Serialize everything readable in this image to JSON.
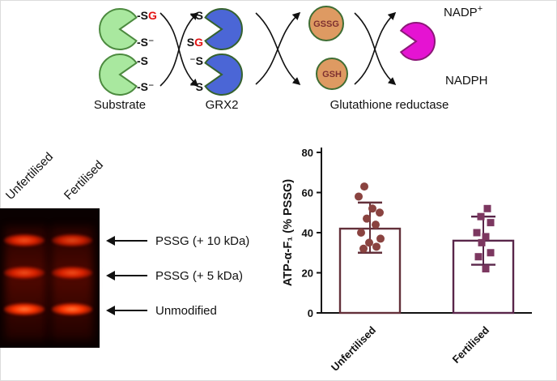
{
  "colors": {
    "substrate_fill": "#a9e89f",
    "grx2_fill": "#4b66d6",
    "glutathione_fill": "#de9a62",
    "reductase_fill": "#e513d2",
    "red_letter": "#e31414",
    "gel_band": "#ff3b16",
    "unfertilised_accent": "#63303a",
    "fertilised_accent": "#59264a"
  },
  "scheme": {
    "substrate_label": "Substrate",
    "grx2_label": "GRX2",
    "reductase_label": "Glutathione reductase",
    "nadp": "NADP",
    "nadp_sup": "+",
    "nadph": "NADPH",
    "gssg": "GSSG",
    "gsh": "GSH",
    "sub_ox_top_prefix": "-S",
    "sub_ox_top_g": "G",
    "sub_ox_bottom": "-S⁻",
    "sub_red_top": "-S",
    "sub_red_bottom": "-S⁻",
    "grx_ox_top": "⁻S",
    "grx_ox_bottom_s": "S",
    "grx_ox_bottom_g": "G",
    "grx_red_top": "⁻S",
    "grx_red_bottom": "⁻S"
  },
  "gel": {
    "lane_labels": [
      "Unfertilised",
      "Fertilised"
    ],
    "band_labels": [
      "PSSG (+ 10 kDa)",
      "PSSG (+ 5 kDa)",
      "Unmodified"
    ]
  },
  "chart_data": {
    "type": "scatter",
    "title": "",
    "ylabel": "ATP-α-F₁ (% PSSG)",
    "xlabel": "",
    "ylim": [
      0,
      80
    ],
    "yticks": [
      0,
      20,
      40,
      60,
      80
    ],
    "grid": false,
    "categories": [
      "Unfertilised",
      "Fertilised"
    ],
    "series": [
      {
        "name": "Unfertilised",
        "marker": "circle",
        "bar_color": "#63303a",
        "point_color": "#8a4340",
        "mean": 42,
        "err_high": 55,
        "err_low": 30,
        "points": [
          {
            "dx": -7,
            "v": 63
          },
          {
            "dx": -14,
            "v": 58
          },
          {
            "dx": 3,
            "v": 52
          },
          {
            "dx": 12,
            "v": 50
          },
          {
            "dx": -4,
            "v": 47
          },
          {
            "dx": 7,
            "v": 44
          },
          {
            "dx": -11,
            "v": 40
          },
          {
            "dx": 13,
            "v": 37
          },
          {
            "dx": -1,
            "v": 35
          },
          {
            "dx": 8,
            "v": 33
          },
          {
            "dx": -8,
            "v": 32
          }
        ]
      },
      {
        "name": "Fertilised",
        "marker": "square",
        "bar_color": "#59264a",
        "point_color": "#7c3760",
        "mean": 36,
        "err_high": 48,
        "err_low": 24,
        "points": [
          {
            "dx": 5,
            "v": 52
          },
          {
            "dx": -3,
            "v": 48
          },
          {
            "dx": 9,
            "v": 45
          },
          {
            "dx": -8,
            "v": 40
          },
          {
            "dx": 3,
            "v": 38
          },
          {
            "dx": -2,
            "v": 35
          },
          {
            "dx": 9,
            "v": 30
          },
          {
            "dx": -6,
            "v": 28
          },
          {
            "dx": 3,
            "v": 22
          }
        ]
      }
    ]
  }
}
